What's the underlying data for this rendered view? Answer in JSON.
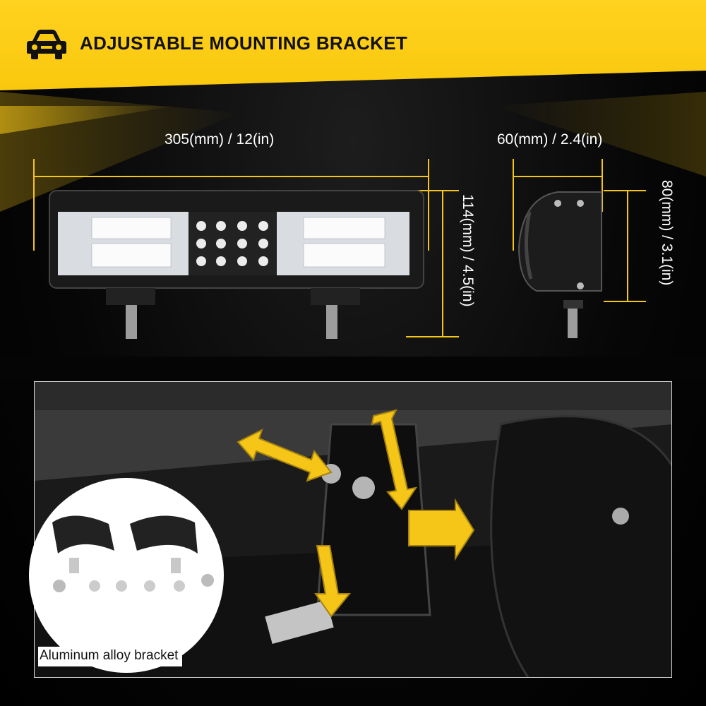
{
  "header": {
    "title": "ADJUSTABLE MOUNTING BRACKET",
    "icon": "car-icon",
    "background_color": "#f9c80e"
  },
  "dimensions": {
    "length": "305(mm) / 12(in)",
    "height": "114(mm) / 4.5(in)",
    "depth": "60(mm) / 2.4(in)",
    "side_height": "80(mm) / 3.1(in)"
  },
  "inset": {
    "caption": "Aluminum alloy bracket"
  },
  "colors": {
    "accent": "#f5c518",
    "arrow": "#f5c518",
    "background": "#000000"
  }
}
